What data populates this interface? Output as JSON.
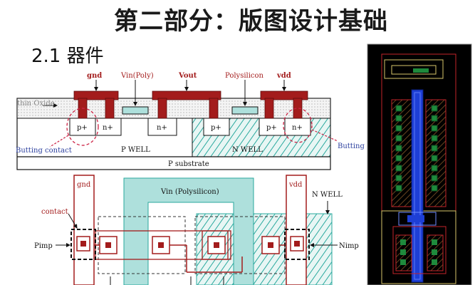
{
  "title": "第二部分：版图设计基础",
  "section": "2.1 器件",
  "cross_section": {
    "labels": {
      "gnd": "gnd",
      "vin": "Vin(Poly)",
      "vout": "Vout",
      "poly": "Polysilicon",
      "vdd": "vdd",
      "thin_oxide": "thin Oxide",
      "p_plus_left": "p+",
      "n_plus_left": "n+",
      "n_plus_mid": "n+",
      "p_plus_mid": "p+",
      "p_plus_right": "p+",
      "n_plus_right": "n+",
      "p_well": "P WELL",
      "n_well": "N WELL",
      "p_substrate": "P substrate",
      "butting_left": "Butting contact",
      "butting_right": "Butting contact"
    }
  },
  "layout_view": {
    "labels": {
      "gnd": "gnd",
      "vdd": "vdd",
      "vin": "Vin (Polysilicon)",
      "n_well": "N WELL",
      "contact": "contact",
      "pimp": "Pimp",
      "nimp": "Nimp"
    }
  },
  "colors": {
    "metal": "#a31c1c",
    "poly": "#aee0dc",
    "nwell_hatch": "#2aa99e",
    "red_dash": "#cc2244",
    "blue_label": "#2b3f9e",
    "layout_bg": "#000000",
    "layout_blue": "#1e3fd6",
    "layout_green": "#1e8a3c",
    "layout_red": "#c4232a"
  }
}
